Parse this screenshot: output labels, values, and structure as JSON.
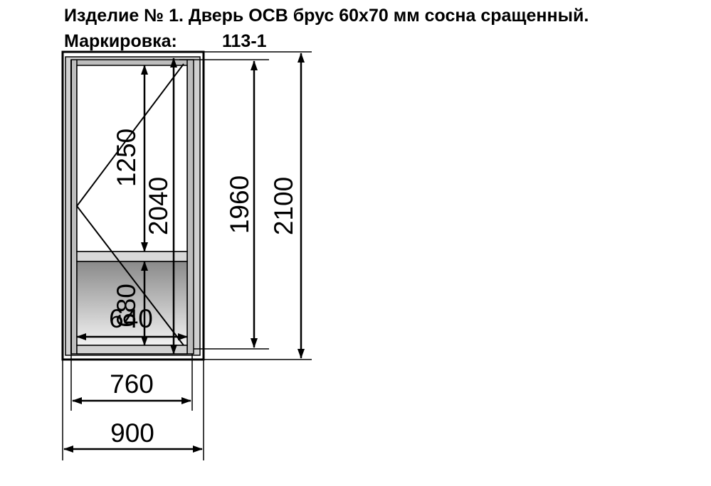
{
  "title": {
    "line1": "Изделие № 1. Дверь ОСВ брус 60х70 мм сосна сращенный.",
    "marking_label": "Маркировка:",
    "marking_value": "113-1"
  },
  "dimensions": {
    "glass_height": "1250",
    "leaf_inner_height": "2040",
    "leaf_height": "1960",
    "total_height": "2100",
    "panel_height": "680",
    "inner_width": "640",
    "leaf_width": "760",
    "total_width": "900"
  },
  "colors": {
    "line": "#000000",
    "frame_fill": "#c8c8c8",
    "glass_fill": "#ffffff",
    "panel_gradient_top": "#8a8a8a",
    "panel_gradient_bottom": "#f2f2f2"
  }
}
